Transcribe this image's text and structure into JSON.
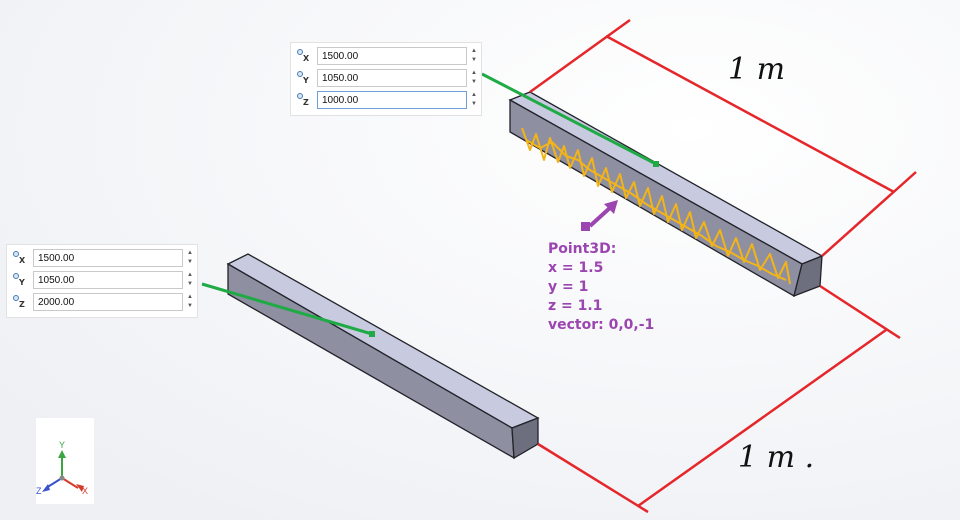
{
  "top_panel": {
    "x_value": "1500.00",
    "y_value": "1050.00",
    "z_value": "1000.00"
  },
  "bottom_panel": {
    "x_value": "1500.00",
    "y_value": "1050.00",
    "z_value": "2000.00"
  },
  "axis_letters": {
    "x": "X",
    "y": "Y",
    "z": "Z"
  },
  "annotation": {
    "title": "Point3D:",
    "x_line": "x = 1.5",
    "y_line": "y = 1",
    "z_line": "z = 1.1",
    "vector_line": "vector: 0,0,-1"
  },
  "dimensions": {
    "top_label": "1 m",
    "right_label": "1 m ."
  },
  "triad": {
    "x": "X",
    "y": "Y",
    "z": "Z"
  },
  "colors": {
    "dimension_line": "#e5262a",
    "leader_line": "#1faa45",
    "squiggle": "#f2b418",
    "annotation": "#9b46b0",
    "beam_top": "#c9cbe0",
    "beam_side": "#8c8d9e",
    "beam_end": "#6b6c7c"
  }
}
